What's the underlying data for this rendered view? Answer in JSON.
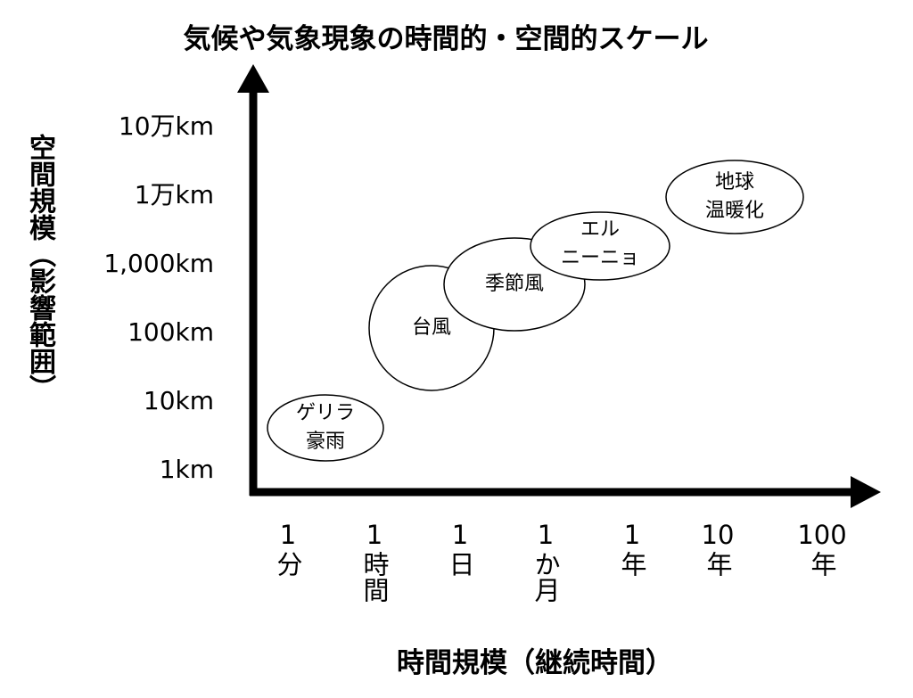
{
  "title": "気候や気象現象の時間的・空間的スケール",
  "y_axis": {
    "title": "空間規模（影響範囲）",
    "ticks": [
      "10万km",
      "1万km",
      "1,000km",
      "100km",
      "10km",
      "1km"
    ]
  },
  "x_axis": {
    "title": "時間規模（継続時間）",
    "ticks": [
      {
        "num": "1",
        "unit": "分"
      },
      {
        "num": "1",
        "unit": "時間"
      },
      {
        "num": "1",
        "unit": "日"
      },
      {
        "num": "1",
        "unit": "か月"
      },
      {
        "num": "1",
        "unit": "年"
      },
      {
        "num": "10",
        "unit": "年"
      },
      {
        "num": "100",
        "unit": "年"
      }
    ]
  },
  "phenomena": [
    {
      "line1": "ゲリラ",
      "line2": "豪雨"
    },
    {
      "line1": "台風",
      "line2": ""
    },
    {
      "line1": "季節風",
      "line2": ""
    },
    {
      "line1": "エル",
      "line2": "ニーニョ"
    },
    {
      "line1": "地球",
      "line2": "温暖化"
    }
  ]
}
